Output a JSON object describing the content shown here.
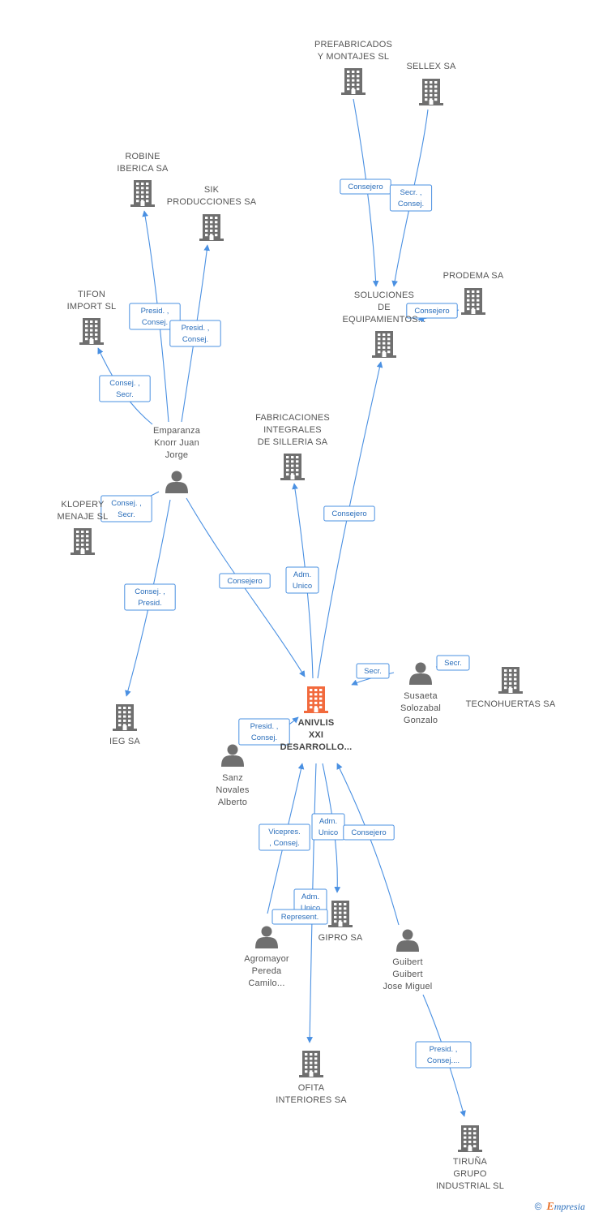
{
  "colors": {
    "building": "#6f6f6f",
    "building_main": "#f26a3d",
    "person": "#6f6f6f",
    "edge": "#4a90e2",
    "edge_text": "#2a6ebb"
  },
  "nodes": [
    {
      "id": "anivlis",
      "type": "building",
      "main": true,
      "label": [
        "ANIVLIS",
        "XXI",
        "DESARROLLO..."
      ]
    },
    {
      "id": "prefabricados",
      "type": "building",
      "label": [
        "PREFABRICADOS",
        "Y MONTAJES SL"
      ]
    },
    {
      "id": "sellex",
      "type": "building",
      "label": [
        "SELLEX SA"
      ]
    },
    {
      "id": "robine",
      "type": "building",
      "label": [
        "ROBINE",
        "IBERICA SA"
      ]
    },
    {
      "id": "sik",
      "type": "building",
      "label": [
        "SIK",
        "PRODUCCIONES SA"
      ]
    },
    {
      "id": "tifon",
      "type": "building",
      "label": [
        "TIFON",
        "IMPORT SL"
      ]
    },
    {
      "id": "soluciones",
      "type": "building",
      "label": [
        "SOLUCIONES",
        "DE",
        "EQUIPAMIENTOS..."
      ]
    },
    {
      "id": "prodema",
      "type": "building",
      "label": [
        "PRODEMA SA"
      ]
    },
    {
      "id": "fabricaciones",
      "type": "building",
      "label": [
        "FABRICACIONES",
        "INTEGRALES",
        "DE SILLERIA SA"
      ]
    },
    {
      "id": "klopery",
      "type": "building",
      "label": [
        "KLOPERY",
        "MENAJE SL"
      ]
    },
    {
      "id": "ieg",
      "type": "building",
      "label": [
        "IEG SA"
      ]
    },
    {
      "id": "tecnohuertas",
      "type": "building",
      "label": [
        "TECNOHUERTAS SA"
      ]
    },
    {
      "id": "gipro",
      "type": "building",
      "label": [
        "GIPRO SA"
      ]
    },
    {
      "id": "ofita",
      "type": "building",
      "label": [
        "OFITA",
        "INTERIORES SA"
      ]
    },
    {
      "id": "tiruna",
      "type": "building",
      "label": [
        "TIRUÑA",
        "GRUPO",
        "INDUSTRIAL SL"
      ]
    },
    {
      "id": "emparanza",
      "type": "person",
      "label": [
        "Emparanza",
        "Knorr Juan",
        "Jorge"
      ]
    },
    {
      "id": "susaeta",
      "type": "person",
      "label": [
        "Susaeta",
        "Solozabal",
        "Gonzalo"
      ]
    },
    {
      "id": "sanz",
      "type": "person",
      "label": [
        "Sanz",
        "Novales",
        "Alberto"
      ]
    },
    {
      "id": "agromayor",
      "type": "person",
      "label": [
        "Agromayor",
        "Pereda",
        "Camilo..."
      ]
    },
    {
      "id": "guibert",
      "type": "person",
      "label": [
        "Guibert",
        "Guibert",
        "Jose Miguel"
      ]
    }
  ],
  "edges": [
    {
      "from": "prefabricados",
      "to": "soluciones",
      "label": [
        "Consejero"
      ]
    },
    {
      "from": "sellex",
      "to": "soluciones",
      "label": [
        "Secr. ,",
        "Consej."
      ]
    },
    {
      "from": "prodema",
      "to": "soluciones",
      "label": [
        "Consejero"
      ]
    },
    {
      "from": "anivlis",
      "to": "soluciones",
      "label": [
        "Consejero"
      ]
    },
    {
      "from": "emparanza",
      "to": "robine",
      "label": [
        "Presid. ,",
        "Consej."
      ]
    },
    {
      "from": "emparanza",
      "to": "sik",
      "label": [
        "Presid. ,",
        "Consej."
      ]
    },
    {
      "from": "emparanza",
      "to": "tifon",
      "label": [
        "Consej. ,",
        "Secr."
      ]
    },
    {
      "from": "emparanza",
      "to": "klopery",
      "label": [
        "Consej. ,",
        "Secr."
      ]
    },
    {
      "from": "emparanza",
      "to": "ieg",
      "label": [
        "Consej. ,",
        "Presid."
      ]
    },
    {
      "from": "emparanza",
      "to": "anivlis",
      "label": [
        "Consejero"
      ]
    },
    {
      "from": "anivlis",
      "to": "fabricaciones",
      "label": [
        "Adm.",
        "Unico"
      ]
    },
    {
      "from": "susaeta",
      "to": "anivlis",
      "label": [
        "Secr."
      ]
    },
    {
      "from": "susaeta",
      "to": "tecnohuertas",
      "label": [
        "Secr."
      ]
    },
    {
      "from": "sanz",
      "to": "anivlis",
      "label": [
        "Presid. ,",
        "Consej."
      ]
    },
    {
      "from": "agromayor",
      "to": "anivlis",
      "label": [
        "Vicepres.",
        ", Consej."
      ]
    },
    {
      "from": "anivlis",
      "to": "gipro",
      "label": [
        "Adm.",
        "Unico"
      ]
    },
    {
      "from": "guibert",
      "to": "anivlis",
      "label": [
        "Consejero"
      ]
    },
    {
      "from": "anivlis",
      "to": "ofita",
      "label": [
        "Adm.",
        "Unico"
      ]
    },
    {
      "from": "agromayor",
      "to": "ofita",
      "label": [
        "Represent."
      ]
    },
    {
      "from": "guibert",
      "to": "tiruna",
      "label": [
        "Presid. ,",
        "Consej...."
      ]
    }
  ],
  "footer": {
    "copyright": "©",
    "brand_e": "E",
    "brand_rest": "mpresia"
  }
}
